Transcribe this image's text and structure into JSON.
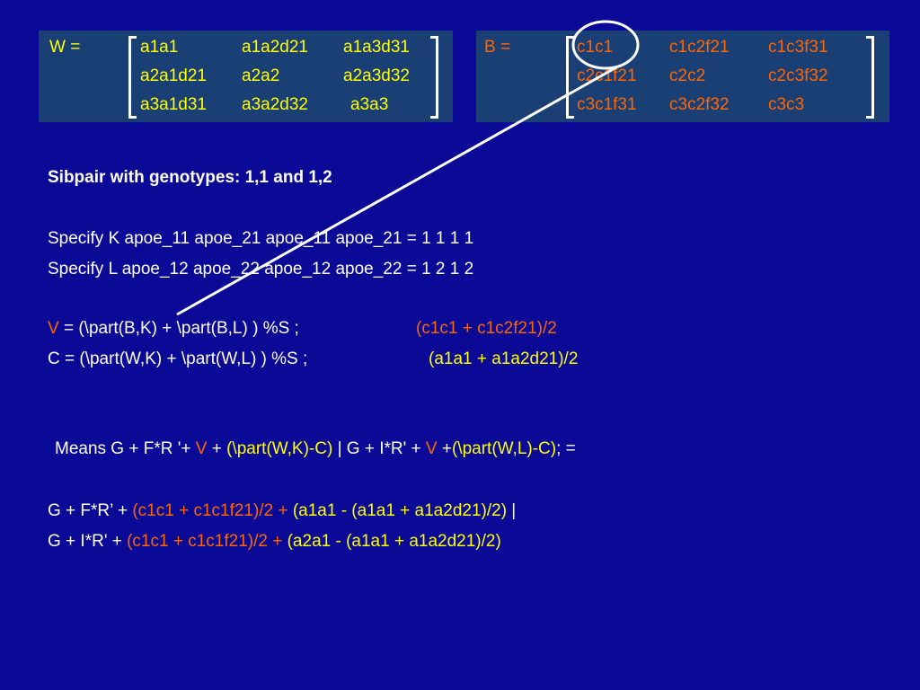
{
  "matrix_w": {
    "label": "W",
    "eq": " =",
    "rows": [
      [
        "a1a1",
        "a1a2d21",
        "a1a3d31"
      ],
      [
        "a2a1d21",
        "a2a2",
        "a2a3d32"
      ],
      [
        "a3a1d31",
        "a3a2d32",
        "a3a3"
      ]
    ]
  },
  "matrix_b": {
    "label": "B",
    "eq": " =",
    "rows": [
      [
        "c1c1",
        "c1c2f21",
        "c1c3f31"
      ],
      [
        "c2c1f21",
        "c2c2",
        "c2c3f32"
      ],
      [
        "c3c1f31",
        "c3c2f32",
        "c3c3"
      ]
    ]
  },
  "heading": "Sibpair with genotypes: 1,1 and 1,2",
  "specify_k": "Specify K apoe_11 apoe_21 apoe_11 apoe_21 = 1 1 1 1",
  "specify_l": "Specify L apoe_12 apoe_22 apoe_12 apoe_22  = 1 2 1 2",
  "v_line": {
    "var": "V",
    "expr": " = (\\part(B,K) + \\part(B,L) ) %S ;",
    "comment": "(c1c1 + c1c2f21)/2"
  },
  "c_line": {
    "expr": "C = (\\part(W,K) + \\part(W,L) ) %S ;",
    "comment": "(a1a1 + a1a2d21)/2"
  },
  "means_line": {
    "p1": "Means G + F*R '+ ",
    "v1": "V",
    "p2": " + ",
    "y1": "(\\part(W,K)-C)",
    "p3": " | G + I*R' + ",
    "v2": "V",
    "p4": " +",
    "y2": "(\\part(W,L)-C)",
    "p5": "; ="
  },
  "result_1": {
    "prefix": "G + F*R’ + ",
    "orange": "(c1c1 + c1c1f21)/2 +",
    "yellow": " (a1a1 - (a1a1 + a1a2d21)/2)",
    "suffix": " |"
  },
  "result_2": {
    "prefix": "G + I*R'  + ",
    "orange": "(c1c1 + c1c1f21)/2 +",
    "yellow": " (a2a1 - (a1a1 + a1a2d21)/2)"
  },
  "colors": {
    "background": "#0a0a96",
    "matrix_box": "#1a3f74",
    "yellow": "#ffff00",
    "orange": "#ff6600",
    "text": "#ffffff"
  }
}
